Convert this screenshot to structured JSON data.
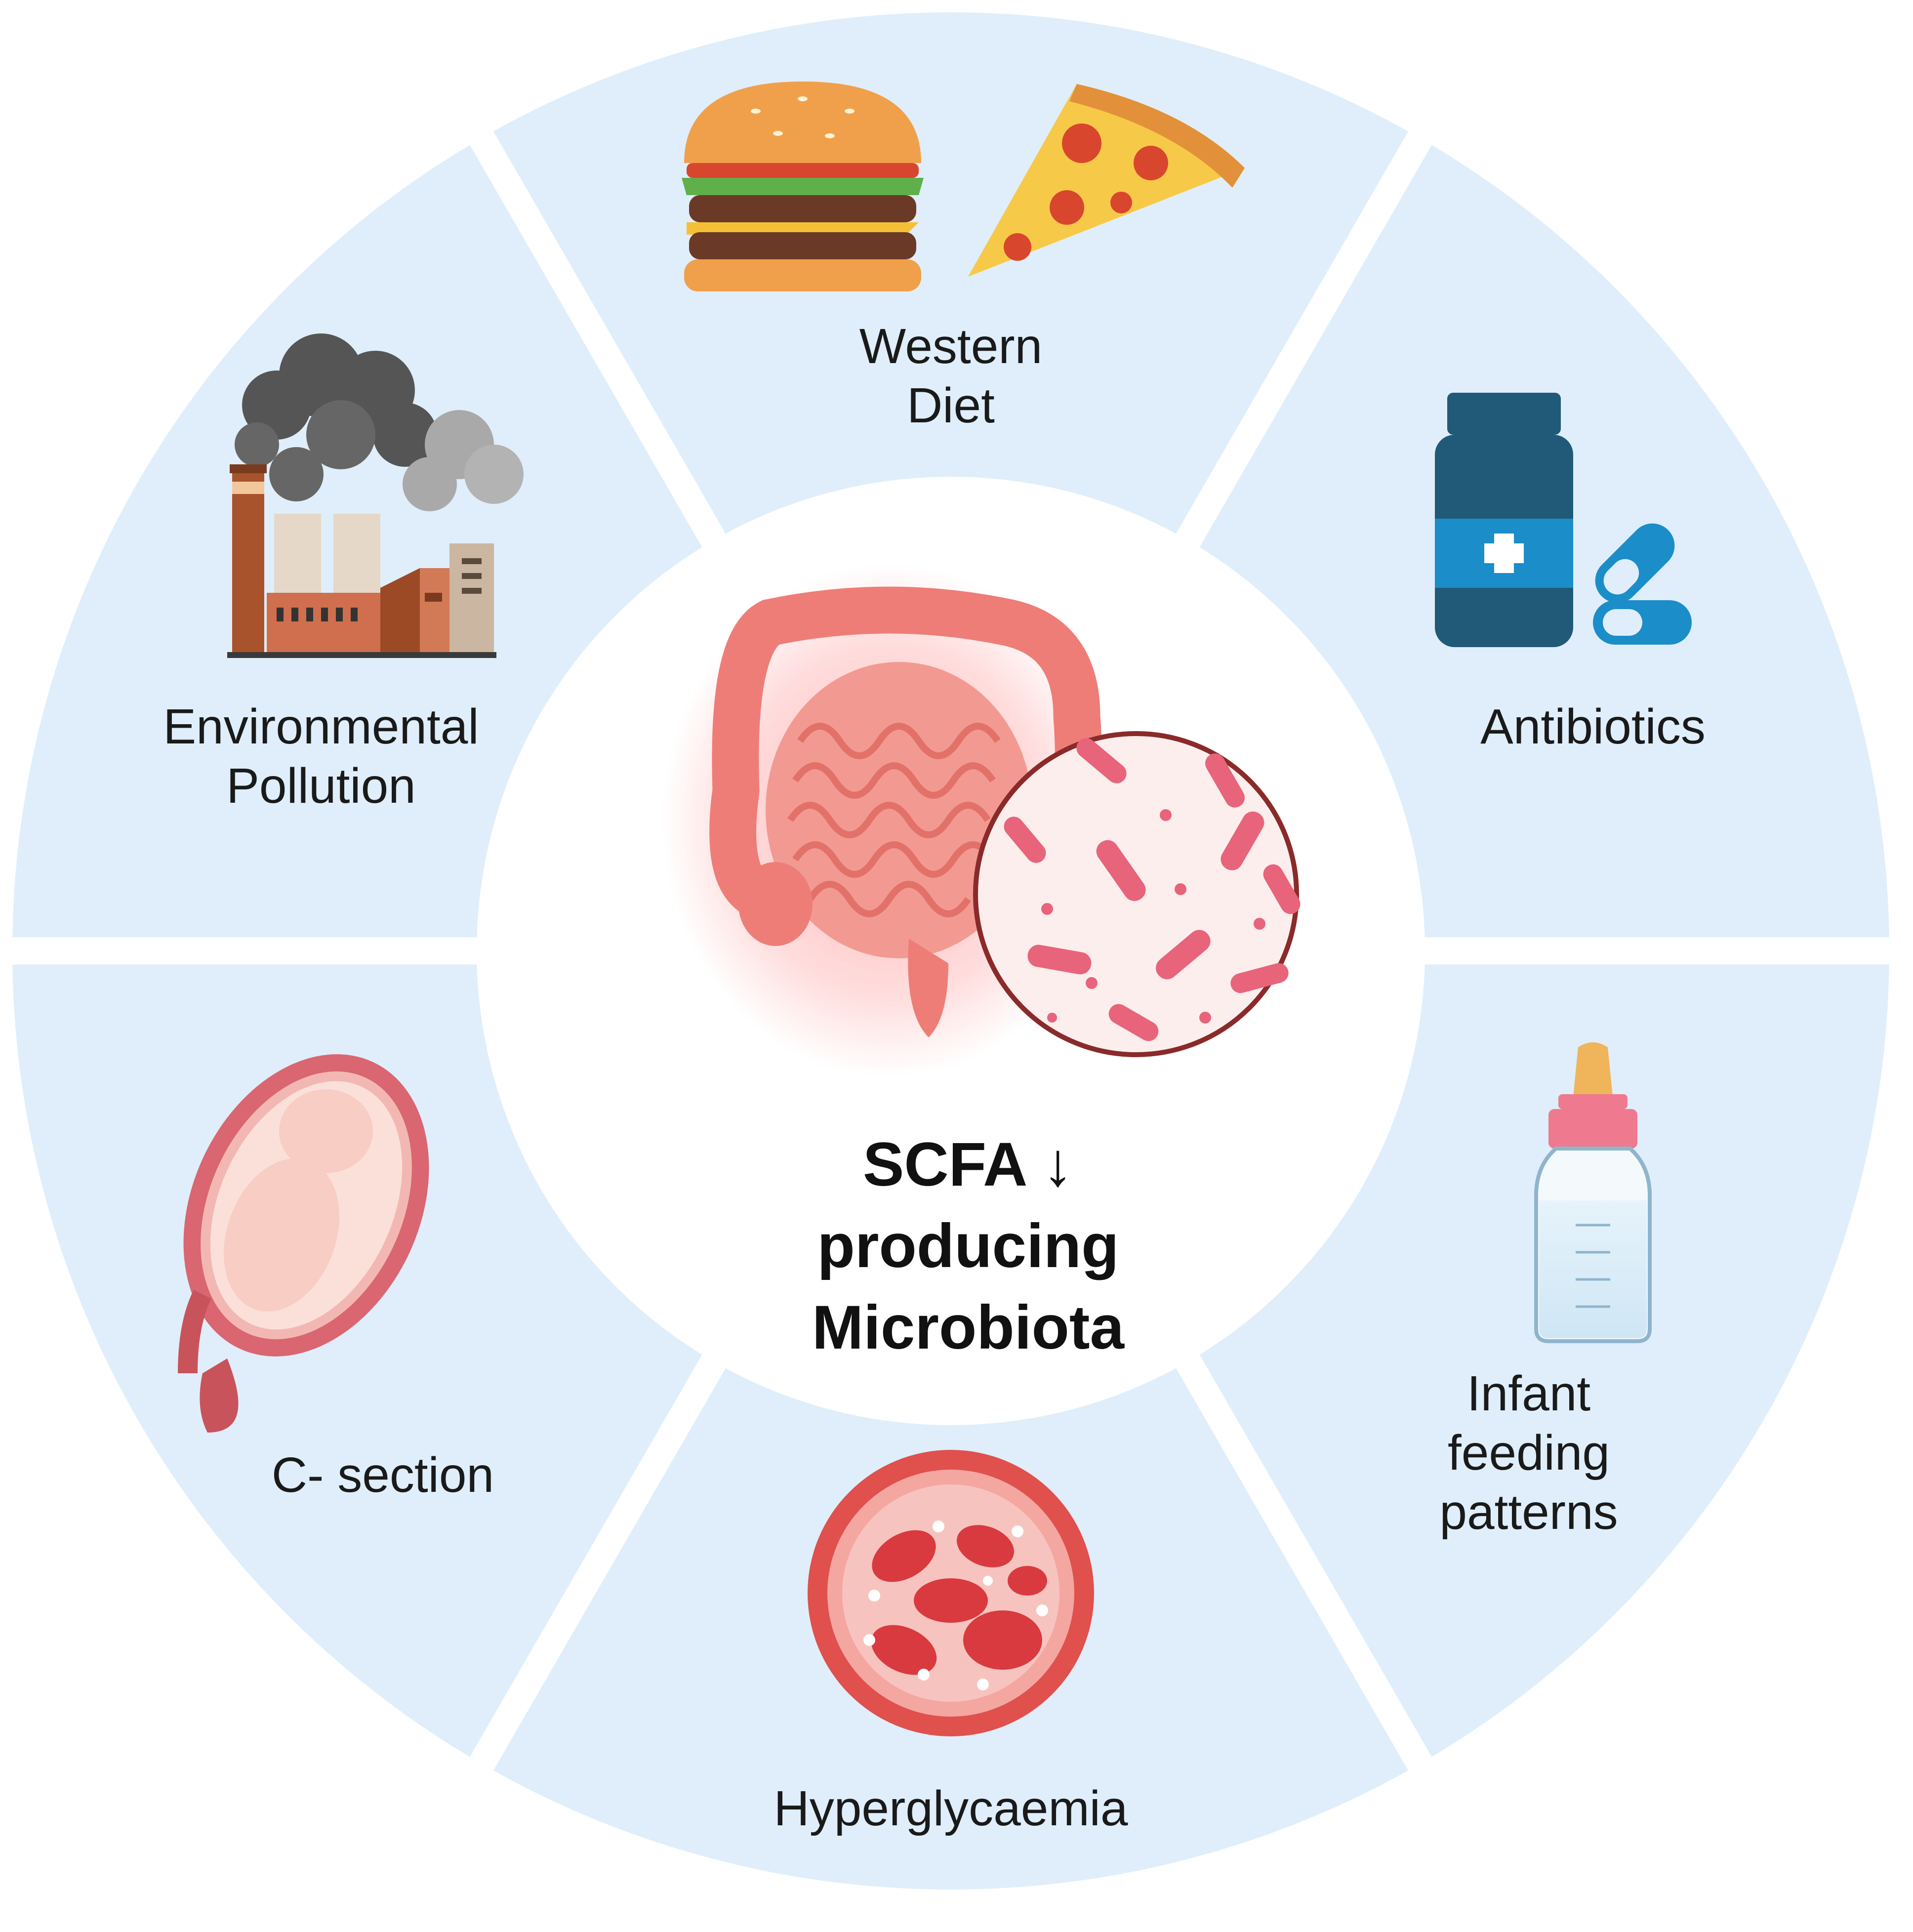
{
  "diagram": {
    "center_title": {
      "line1": "SCFA ↓",
      "line2": "producing",
      "line3": "Microbiota"
    },
    "factors": [
      {
        "icon": "burger-pizza-icon",
        "lines": [
          "Western",
          "Diet"
        ]
      },
      {
        "icon": "medicine-bottle-icon",
        "lines": [
          "Antibiotics"
        ]
      },
      {
        "icon": "baby-bottle-icon",
        "lines": [
          "Infant",
          "feeding",
          "patterns"
        ]
      },
      {
        "icon": "blood-vessel-icon",
        "lines": [
          "Hyperglycaemia"
        ]
      },
      {
        "icon": "fetus-uterus-icon",
        "lines": [
          "C- section"
        ]
      },
      {
        "icon": "factory-icon",
        "lines": [
          "Environmental",
          "Pollution"
        ]
      }
    ],
    "center_icons": [
      "intestine-icon",
      "bacteria-magnifier-icon"
    ]
  },
  "colors": {
    "segment_fill": "#dfeefa",
    "background": "#ffffff",
    "text": "#1a1a1a",
    "intestine": "#ef8a86",
    "bacteria": "#e8647a",
    "drug_blue": "#1b8dc9",
    "drug_dark": "#215a78"
  }
}
